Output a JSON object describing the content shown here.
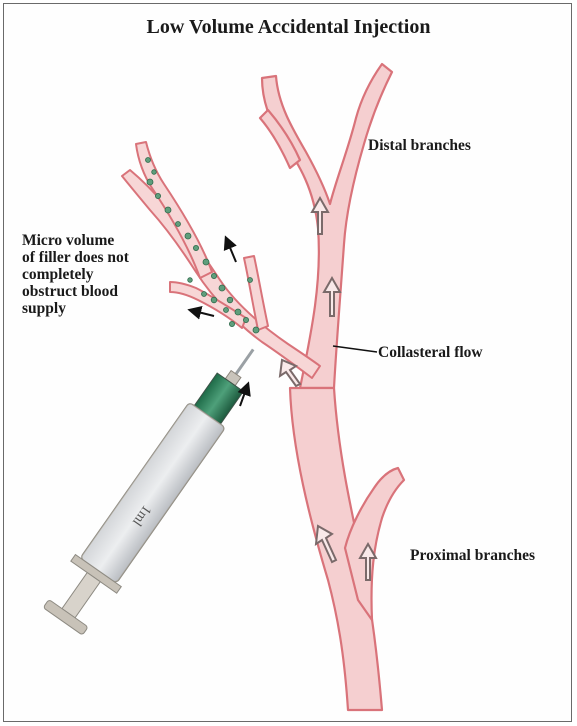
{
  "title": "Low Volume Accidental Injection",
  "labels": {
    "distal": "Distal branches",
    "micro_lines": [
      "Micro volume",
      "of filler does not",
      "completely",
      "obstruct blood",
      "supply"
    ],
    "collateral": "Collasteral flow",
    "proximal": "Proximal branches"
  },
  "syringe_marking": "1ml",
  "colors": {
    "vessel_fill": "#f5cfd0",
    "vessel_edge": "#d9737a",
    "filler_dots": "#5f9e7c",
    "syringe_tip": "#2e7d5b",
    "frame": "#6a6a6a"
  }
}
